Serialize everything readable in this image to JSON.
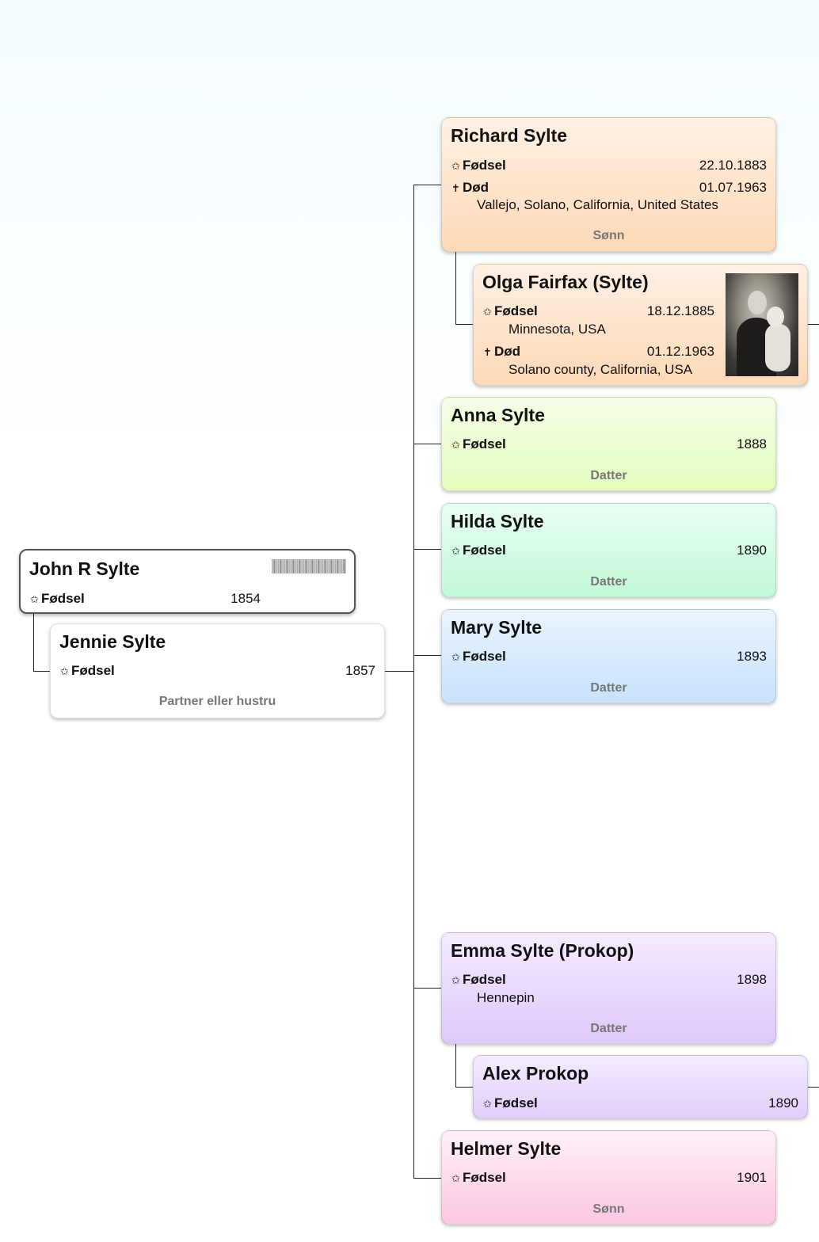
{
  "cards": {
    "richard": {
      "name": "Richard Sylte",
      "birth": {
        "label": "Fødsel",
        "date": "22.10.1883"
      },
      "death": {
        "label": "Død",
        "date": "01.07.1963",
        "place": "Vallejo, Solano, California, United States"
      },
      "role": "Sønn"
    },
    "olga": {
      "name": "Olga Fairfax (Sylte)",
      "birth": {
        "label": "Fødsel",
        "date": "18.12.1885",
        "place": "Minnesota, USA"
      },
      "death": {
        "label": "Død",
        "date": "01.12.1963",
        "place": "Solano county, California, USA"
      }
    },
    "anna": {
      "name": "Anna Sylte",
      "birth": {
        "label": "Fødsel",
        "date": "1888"
      },
      "role": "Datter"
    },
    "hilda": {
      "name": "Hilda Sylte",
      "birth": {
        "label": "Fødsel",
        "date": "1890"
      },
      "role": "Datter"
    },
    "mary": {
      "name": "Mary Sylte",
      "birth": {
        "label": "Fødsel",
        "date": "1893"
      },
      "role": "Datter"
    },
    "john": {
      "name": "John R Sylte",
      "birth": {
        "label": "Fødsel",
        "date": "1854"
      }
    },
    "jennie": {
      "name": "Jennie Sylte",
      "birth": {
        "label": "Fødsel",
        "date": "1857"
      },
      "role": "Partner eller hustru"
    },
    "emma": {
      "name": "Emma Sylte (Prokop)",
      "birth": {
        "label": "Fødsel",
        "date": "1898",
        "place": "Hennepin"
      },
      "role": "Datter"
    },
    "alex": {
      "name": "Alex Prokop",
      "birth": {
        "label": "Fødsel",
        "date": "1890"
      }
    },
    "helmer": {
      "name": "Helmer Sylte",
      "birth": {
        "label": "Fødsel",
        "date": "1901"
      },
      "role": "Sønn"
    }
  },
  "symbols": {
    "birth": "✩",
    "death": "✝"
  },
  "colors": {
    "son_orange": "#fdd9b7",
    "daughter_green": "#e2fcbd",
    "daughter_mint": "#c2f9d8",
    "daughter_blue": "#c8e2fb",
    "daughter_purple": "#dfc8fb",
    "son_pink": "#fcc7e2",
    "connector": "#222222"
  }
}
